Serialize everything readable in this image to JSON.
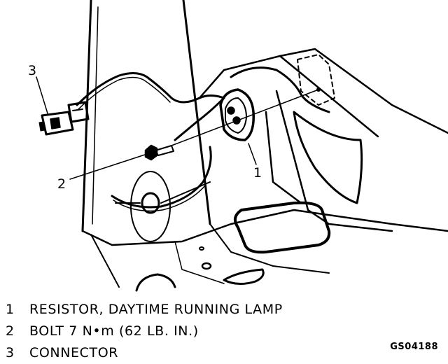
{
  "callouts": {
    "c1": "1",
    "c2": "2",
    "c3": "3"
  },
  "legend": [
    {
      "num": "1",
      "text": "RESISTOR, DAYTIME RUNNING LAMP"
    },
    {
      "num": "2",
      "text": "BOLT 7 N•m (62 LB. IN.)"
    },
    {
      "num": "3",
      "text": "CONNECTOR"
    }
  ],
  "figure_code": "GS04188"
}
